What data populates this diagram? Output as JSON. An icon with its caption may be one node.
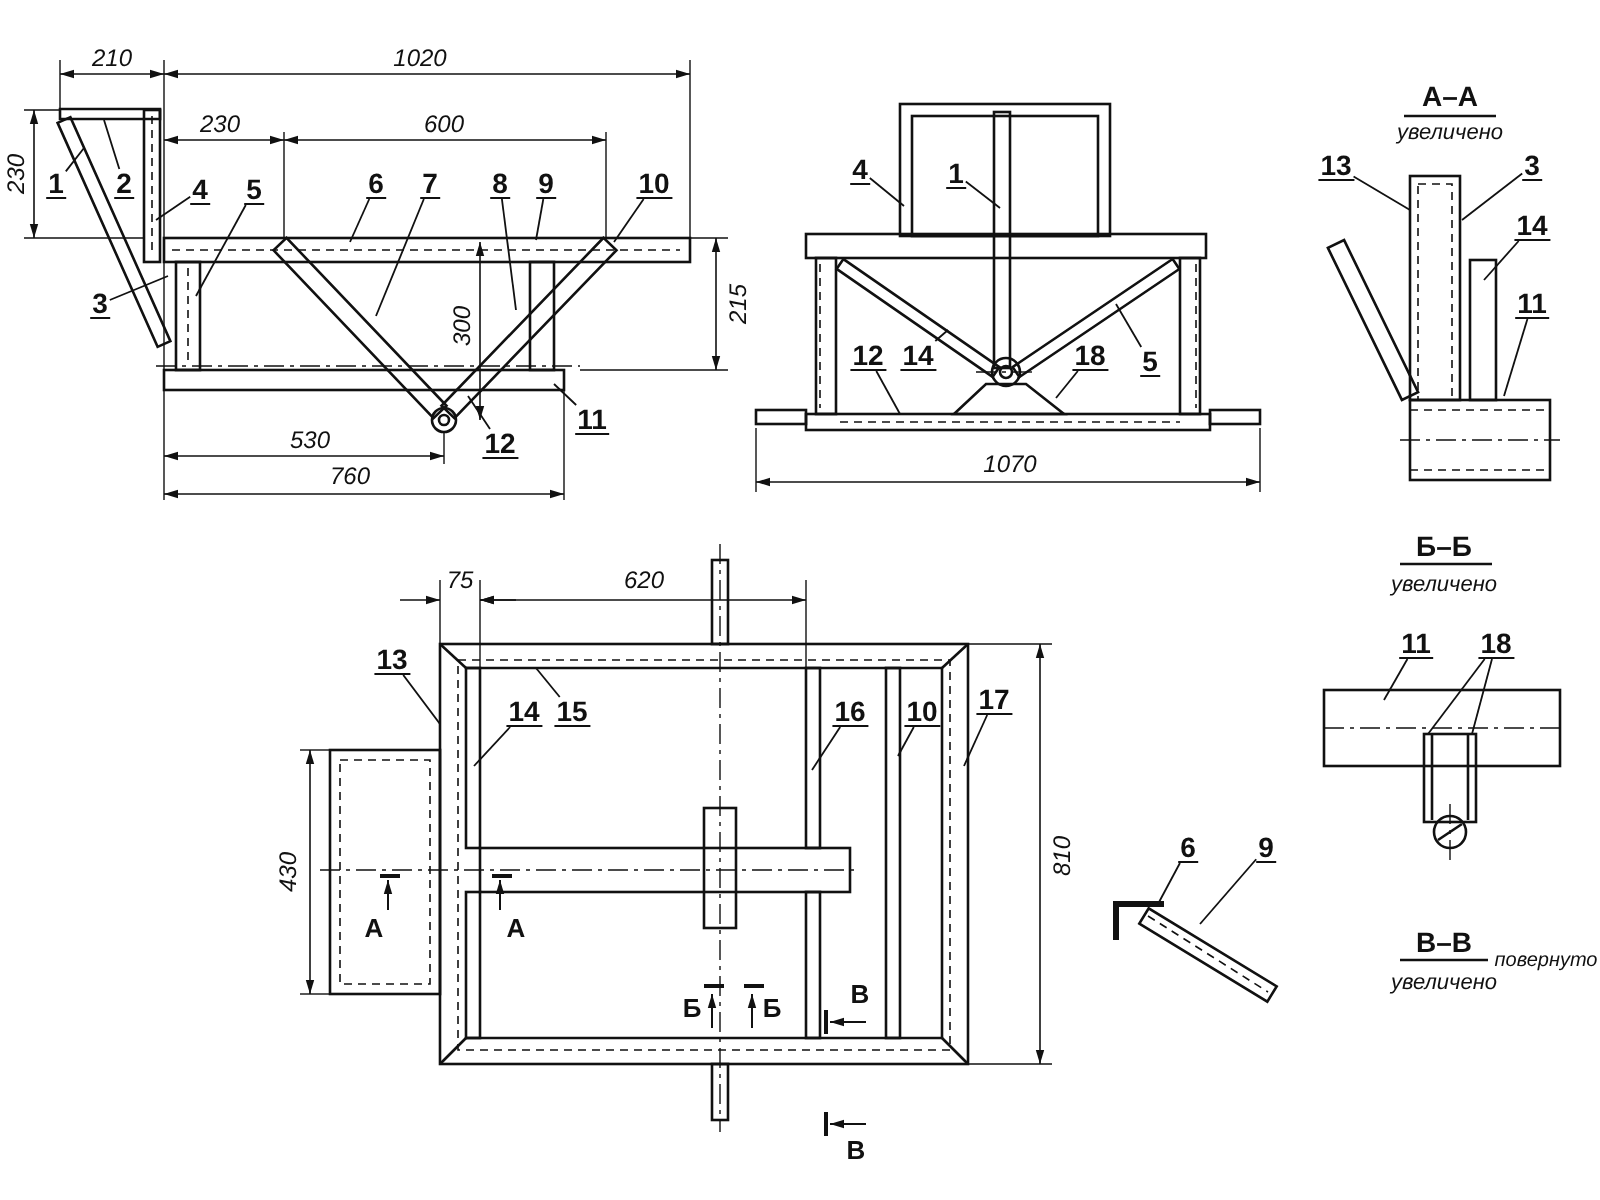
{
  "diagram": {
    "nodes": [
      {
        "text": [
          "1"
        ]
      },
      {
        "text": [
          "2"
        ]
      },
      {
        "text": [
          "4"
        ]
      },
      {
        "text": [
          "5"
        ]
      },
      {
        "text": [
          "3"
        ]
      },
      {
        "text": [
          "6"
        ]
      },
      {
        "text": [
          "7"
        ]
      },
      {
        "text": [
          "8"
        ]
      },
      {
        "text": [
          "9"
        ]
      },
      {
        "text": [
          "10"
        ]
      },
      {
        "text": [
          "12"
        ]
      },
      {
        "text": [
          "11"
        ]
      },
      {
        "text": [
          "4"
        ]
      },
      {
        "text": [
          "1"
        ]
      },
      {
        "text": [
          "12"
        ]
      },
      {
        "text": [
          "14"
        ]
      },
      {
        "text": [
          "18"
        ]
      },
      {
        "text": [
          "5"
        ]
      },
      {
        "text": [
          "13"
        ]
      },
      {
        "text": [
          "3"
        ]
      },
      {
        "text": [
          "14"
        ]
      },
      {
        "text": [
          "11"
        ]
      },
      {
        "text": [
          "11"
        ]
      },
      {
        "text": [
          "18"
        ]
      },
      {
        "text": [
          "6"
        ]
      },
      {
        "text": [
          "9"
        ]
      },
      {
        "text": [
          "13"
        ]
      },
      {
        "text": [
          "14"
        ]
      },
      {
        "text": [
          "15"
        ]
      },
      {
        "text": [
          "16"
        ]
      },
      {
        "text": [
          "10"
        ]
      },
      {
        "text": [
          "17"
        ]
      },
      {
        "text": [],
        "shape": "bar"
      },
      {
        "text": [],
        "shape": "bar"
      }
    ],
    "edges": [
      {
        "from": 0,
        "to": null,
        "arrow": "none"
      },
      {
        "from": 1,
        "to": null,
        "arrow": "none"
      },
      {
        "from": 2,
        "to": null,
        "arrow": "none"
      },
      {
        "from": 3,
        "to": null,
        "arrow": "none"
      },
      {
        "from": 4,
        "to": null,
        "arrow": "none"
      },
      {
        "from": 5,
        "to": null,
        "arrow": "none"
      },
      {
        "from": 6,
        "to": null,
        "arrow": "none"
      },
      {
        "from": 7,
        "to": null,
        "arrow": "none"
      },
      {
        "from": 8,
        "to": null,
        "arrow": "none"
      },
      {
        "from": 9,
        "to": null,
        "arrow": "none"
      },
      {
        "from": 10,
        "to": null,
        "arrow": "none"
      },
      {
        "from": 11,
        "to": null,
        "arrow": "none"
      },
      {
        "from": 12,
        "to": null,
        "arrow": "none"
      },
      {
        "from": 13,
        "to": null,
        "arrow": "none"
      },
      {
        "from": 14,
        "to": null,
        "arrow": "none"
      },
      {
        "from": 15,
        "to": null,
        "arrow": "none"
      },
      {
        "from": 16,
        "to": null,
        "arrow": "none"
      },
      {
        "from": 17,
        "to": null,
        "arrow": "none"
      },
      {
        "from": 18,
        "to": null,
        "arrow": "none"
      },
      {
        "from": 19,
        "to": null,
        "arrow": "none"
      },
      {
        "from": 20,
        "to": null,
        "arrow": "none"
      },
      {
        "from": 21,
        "to": null,
        "arrow": "none"
      },
      {
        "from": 22,
        "to": null,
        "arrow": "none"
      },
      {
        "from": 23,
        "to": null,
        "arrow": "none"
      },
      {
        "from": 23,
        "to": null,
        "arrow": "none"
      },
      {
        "from": 24,
        "to": 32,
        "arrow": "none"
      },
      {
        "from": 25,
        "to": 33,
        "arrow": "none"
      },
      {
        "from": 26,
        "to": null,
        "arrow": "none"
      },
      {
        "from": 27,
        "to": null,
        "arrow": "none"
      },
      {
        "from": 28,
        "to": null,
        "arrow": "none"
      },
      {
        "from": 29,
        "to": null,
        "arrow": "none"
      },
      {
        "from": 30,
        "to": null,
        "arrow": "none"
      },
      {
        "from": 31,
        "to": null,
        "arrow": "none"
      }
    ],
    "labels": [
      "210",
      "1020",
      "230",
      "230",
      "600",
      "300",
      "215",
      "530",
      "760",
      "1070",
      "А–А",
      "увеличено",
      "Б–Б",
      "увеличено",
      "75",
      "620",
      "430",
      "810",
      "А",
      "А",
      "Б",
      "Б",
      "В",
      "В–В",
      "повернуто",
      "увеличено",
      "В"
    ]
  }
}
